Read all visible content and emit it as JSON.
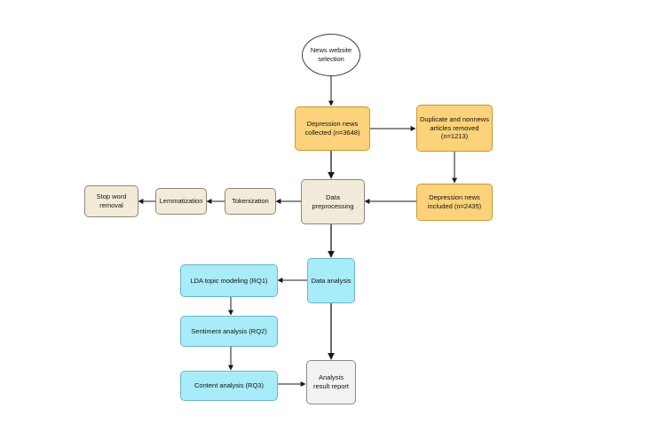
{
  "nodes": {
    "news_website_selection": "News website\nselection",
    "depression_news_collected": "Depression news\ncollected (n=3648)",
    "duplicates_removed": "Duplicate and nonnews\narticles removed\n(n=1213)",
    "depression_news_included": "Depression news\nincluded (n=2435)",
    "data_preprocessing": "Data\npreprocessing",
    "tokenization": "Tokenization",
    "lemmatization": "Lemmatization",
    "stop_word_removal": "Stop word\nremoval",
    "data_analysis": "Data analysis",
    "lda_topic_modeling": "LDA topic modeling (RQ1)",
    "sentiment_analysis": "Sentiment analysis (RQ2)",
    "content_analysis": "Content analysis (RQ3)",
    "analysis_result_report": "Analysis\nresult report"
  },
  "colors": {
    "orange": "#fcd27a",
    "beige": "#f2ebda",
    "cyan": "#a8ecfa",
    "gray": "#f2f2f2",
    "line": "#1a1a1a"
  }
}
